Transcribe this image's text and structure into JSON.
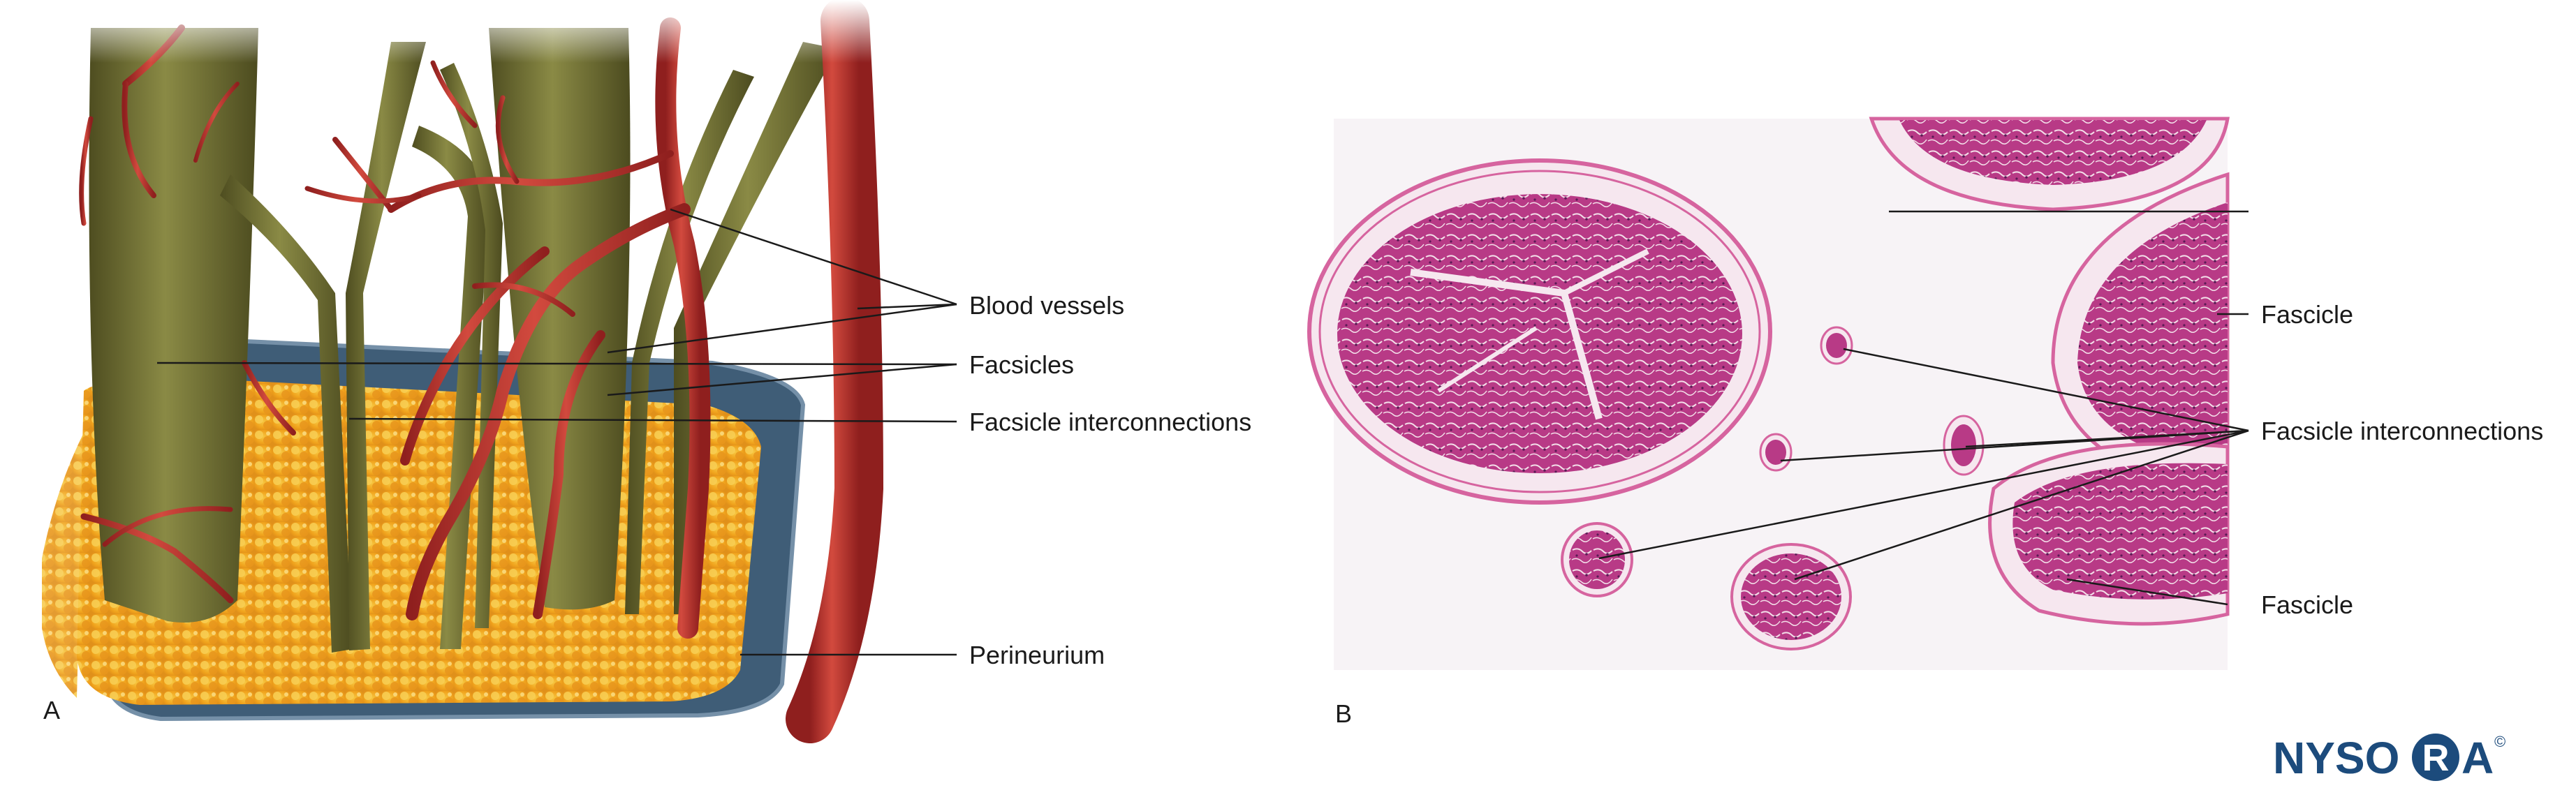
{
  "panel_a": {
    "letter": "A",
    "labels": {
      "blood_vessels": "Blood vessels",
      "facsicles": "Facsicles",
      "facsicle_interconnections": "Facsicle interconnections",
      "perineurium": "Perineurium"
    }
  },
  "panel_b": {
    "letter": "B",
    "labels": {
      "fascicle_top": "Fascicle",
      "facsicle_interconnections": "Facsicle interconnections",
      "fascicle_bottom": "Fascicle"
    }
  },
  "logo": {
    "text_left": "NYSO",
    "text_circle": "R",
    "text_right": "A",
    "mark": "©",
    "color": "#1c4b7c"
  },
  "colors": {
    "fat": "#f2a51e",
    "nerve": "#6b6a2e",
    "vessel": "#b8302c",
    "perineurium": "#41607a",
    "histology_pink": "#c43d8a",
    "histology_dark": "#8c2a78"
  }
}
